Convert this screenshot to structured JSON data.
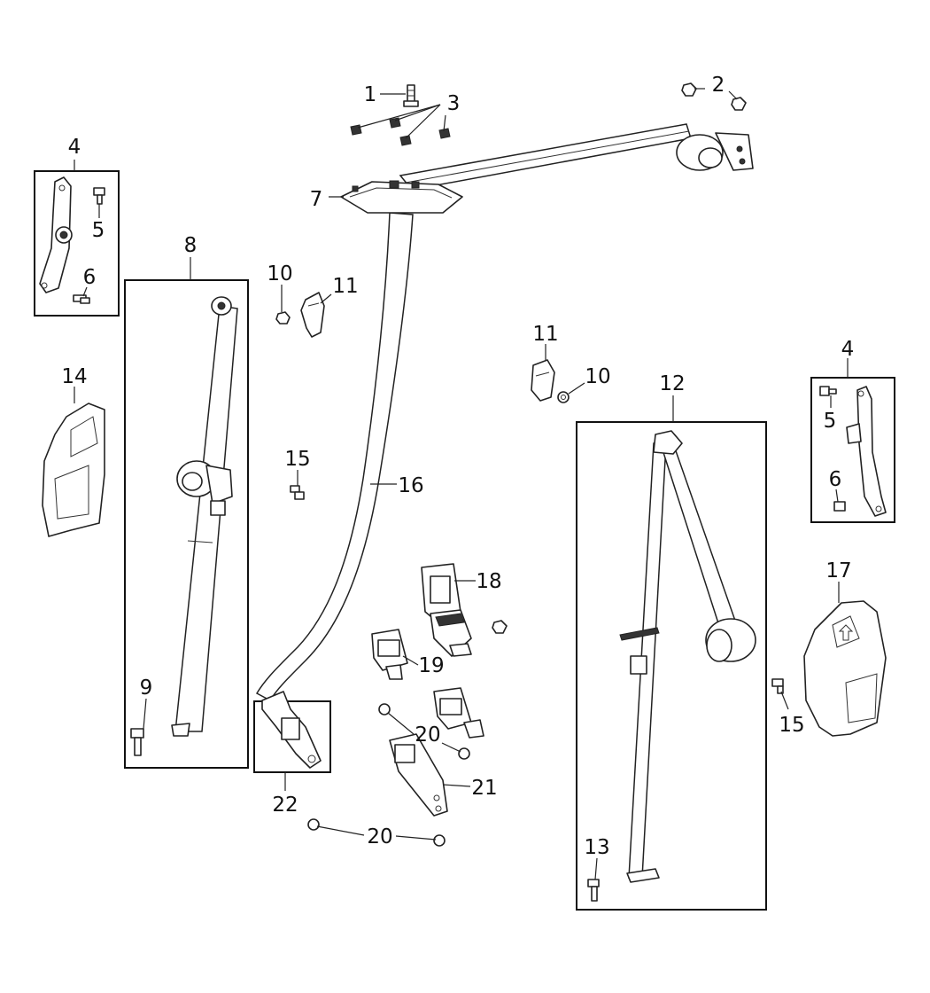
{
  "figure": {
    "callouts": [
      {
        "label": "1"
      },
      {
        "label": "2"
      },
      {
        "label": "3"
      },
      {
        "label": "4"
      },
      {
        "label": "5"
      },
      {
        "label": "6"
      },
      {
        "label": "7"
      },
      {
        "label": "8"
      },
      {
        "label": "10"
      },
      {
        "label": "11"
      },
      {
        "label": "14"
      },
      {
        "label": "15"
      },
      {
        "label": "16"
      },
      {
        "label": "11"
      },
      {
        "label": "10"
      },
      {
        "label": "12"
      },
      {
        "label": "4"
      },
      {
        "label": "5"
      },
      {
        "label": "6"
      },
      {
        "label": "18"
      },
      {
        "label": "17"
      },
      {
        "label": "19"
      },
      {
        "label": "9"
      },
      {
        "label": "20"
      },
      {
        "label": "15"
      },
      {
        "label": "21"
      },
      {
        "label": "22"
      },
      {
        "label": "20"
      },
      {
        "label": "13"
      }
    ]
  }
}
